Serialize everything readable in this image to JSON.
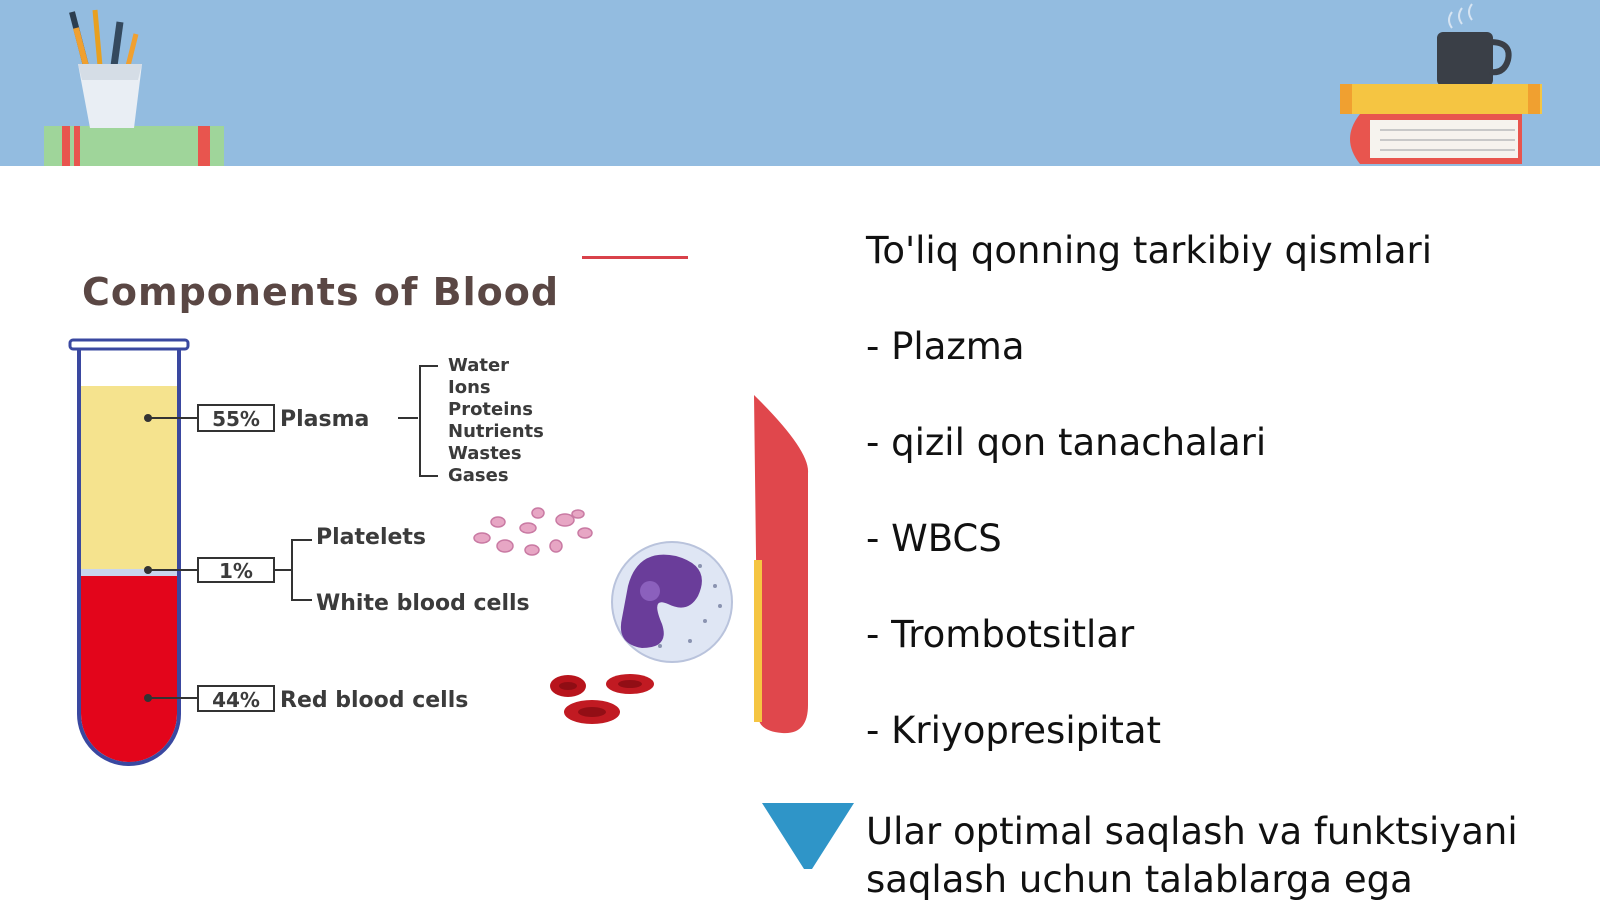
{
  "header": {
    "left_decoration": "pencil-cup-on-book",
    "right_decoration": "coffee-mug-on-books",
    "background_color": "#93bce0"
  },
  "figure": {
    "title": "Components of Blood",
    "plasma": {
      "percent": "55%",
      "label": "Plasma",
      "constituents": [
        "Water",
        "Ions",
        "Proteins",
        "Nutrients",
        "Wastes",
        "Gases"
      ]
    },
    "buffy_coat": {
      "percent": "1%",
      "labels": [
        "Platelets",
        "White blood cells"
      ]
    },
    "red_cells": {
      "percent": "44%",
      "label": "Red blood cells"
    },
    "colors": {
      "plasma": "#f5e38e",
      "buffy_coat": "#c9d6ee",
      "red_cells": "#e3051b",
      "tube_outline": "#3a48a0",
      "accent": "#e0474c",
      "arrow": "#2f95c8"
    }
  },
  "main": {
    "intro": "To'liq qonning tarkibiy qismlari",
    "items": [
      "- Plazma",
      "- qizil qon tanachalari",
      "- WBCS",
      "- Trombotsitlar",
      "- Kriyopresipitat"
    ],
    "summary": "Ular optimal saqlash va funktsiyani saqlash uchun talablarga ega"
  }
}
